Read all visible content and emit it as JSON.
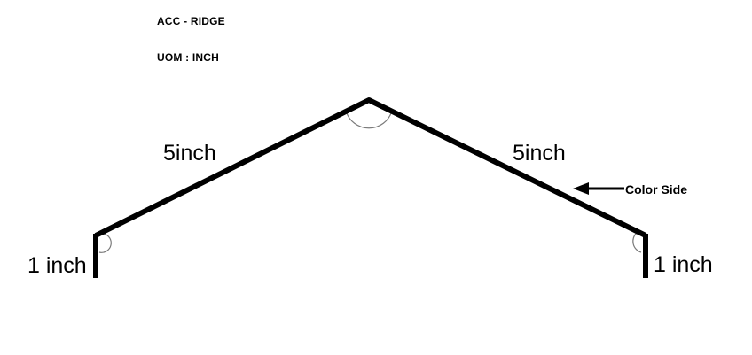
{
  "header": {
    "title": "ACC - RIDGE",
    "uom": "UOM : INCH"
  },
  "profile": {
    "segments": [
      {
        "id": "left-leg",
        "label": "1 inch"
      },
      {
        "id": "left-slope",
        "label": "5inch"
      },
      {
        "id": "right-slope",
        "label": "5inch"
      },
      {
        "id": "right-leg",
        "label": "1 inch"
      }
    ]
  },
  "annotation": {
    "color_side_label": "Color Side"
  },
  "colors": {
    "stroke": "#000000",
    "angle_arc": "#7a7a7a",
    "background": "#ffffff"
  }
}
